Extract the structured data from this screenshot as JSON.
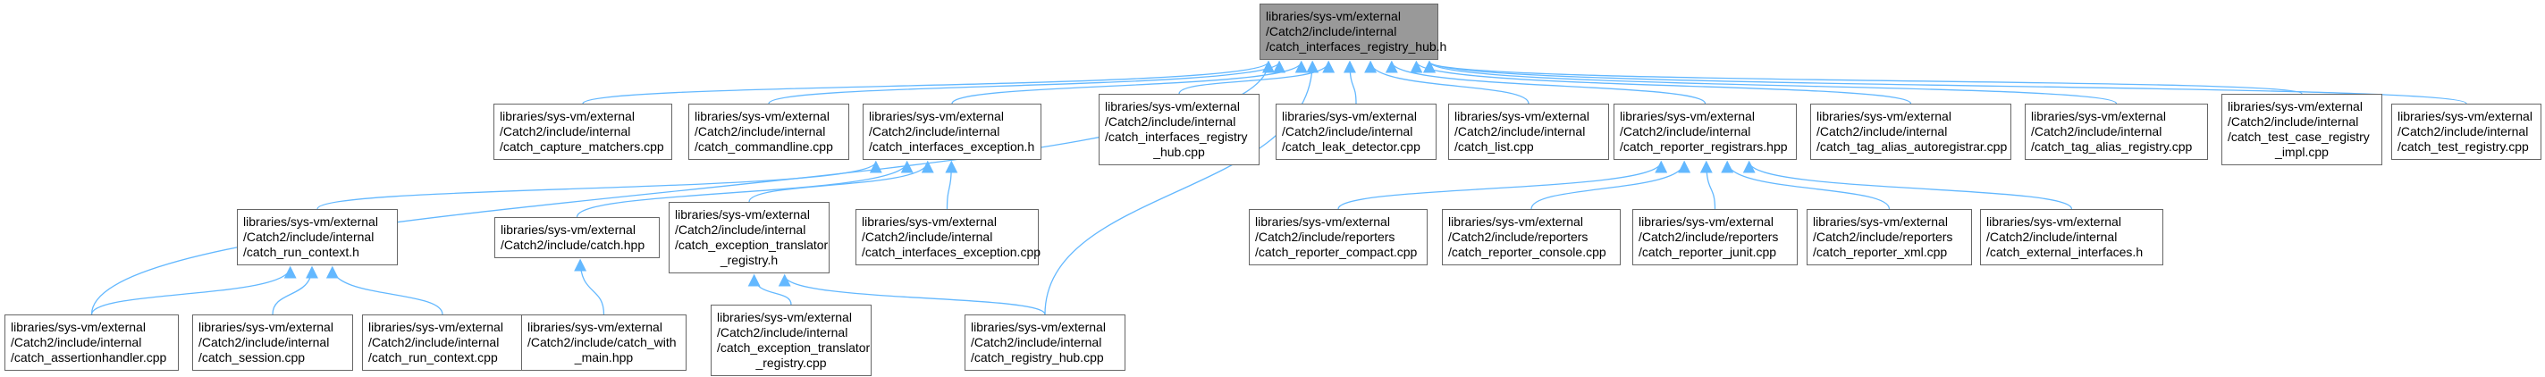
{
  "graph": {
    "root": {
      "lines": [
        "libraries/sys-vm/external",
        "/Catch2/include/internal",
        "/catch_interfaces_registry_hub.h"
      ]
    },
    "row1": [
      {
        "id": "capture_matchers",
        "lines": [
          "libraries/sys-vm/external",
          "/Catch2/include/internal",
          "/catch_capture_matchers.cpp"
        ]
      },
      {
        "id": "commandline",
        "lines": [
          "libraries/sys-vm/external",
          "/Catch2/include/internal",
          "/catch_commandline.cpp"
        ]
      },
      {
        "id": "interfaces_exception_h",
        "lines": [
          "libraries/sys-vm/external",
          "/Catch2/include/internal",
          "/catch_interfaces_exception.h"
        ]
      },
      {
        "id": "interfaces_registry_hub_cpp",
        "lines": [
          "libraries/sys-vm/external",
          "/Catch2/include/internal",
          "/catch_interfaces_registry",
          "_hub.cpp"
        ]
      },
      {
        "id": "leak_detector",
        "lines": [
          "libraries/sys-vm/external",
          "/Catch2/include/internal",
          "/catch_leak_detector.cpp"
        ]
      },
      {
        "id": "list",
        "lines": [
          "libraries/sys-vm/external",
          "/Catch2/include/internal",
          "/catch_list.cpp"
        ]
      },
      {
        "id": "reporter_registrars",
        "lines": [
          "libraries/sys-vm/external",
          "/Catch2/include/internal",
          "/catch_reporter_registrars.hpp"
        ]
      },
      {
        "id": "tag_alias_autoregistrar",
        "lines": [
          "libraries/sys-vm/external",
          "/Catch2/include/internal",
          "/catch_tag_alias_autoregistrar.cpp"
        ]
      },
      {
        "id": "tag_alias_registry",
        "lines": [
          "libraries/sys-vm/external",
          "/Catch2/include/internal",
          "/catch_tag_alias_registry.cpp"
        ]
      },
      {
        "id": "test_case_registry_impl",
        "lines": [
          "libraries/sys-vm/external",
          "/Catch2/include/internal",
          "/catch_test_case_registry",
          "_impl.cpp"
        ]
      },
      {
        "id": "test_registry",
        "lines": [
          "libraries/sys-vm/external",
          "/Catch2/include/internal",
          "/catch_test_registry.cpp"
        ]
      }
    ],
    "row2": [
      {
        "id": "run_context_h",
        "lines": [
          "libraries/sys-vm/external",
          "/Catch2/include/internal",
          "/catch_run_context.h"
        ]
      },
      {
        "id": "catch_hpp",
        "lines": [
          "libraries/sys-vm/external",
          "/Catch2/include/catch.hpp"
        ]
      },
      {
        "id": "exception_translator_registry_h",
        "lines": [
          "libraries/sys-vm/external",
          "/Catch2/include/internal",
          "/catch_exception_translator",
          "_registry.h"
        ]
      },
      {
        "id": "interfaces_exception_cpp",
        "lines": [
          "libraries/sys-vm/external",
          "/Catch2/include/internal",
          "/catch_interfaces_exception.cpp"
        ]
      },
      {
        "id": "reporter_compact",
        "lines": [
          "libraries/sys-vm/external",
          "/Catch2/include/reporters",
          "/catch_reporter_compact.cpp"
        ]
      },
      {
        "id": "reporter_console",
        "lines": [
          "libraries/sys-vm/external",
          "/Catch2/include/reporters",
          "/catch_reporter_console.cpp"
        ]
      },
      {
        "id": "reporter_junit",
        "lines": [
          "libraries/sys-vm/external",
          "/Catch2/include/reporters",
          "/catch_reporter_junit.cpp"
        ]
      },
      {
        "id": "reporter_xml",
        "lines": [
          "libraries/sys-vm/external",
          "/Catch2/include/reporters",
          "/catch_reporter_xml.cpp"
        ]
      },
      {
        "id": "external_interfaces",
        "lines": [
          "libraries/sys-vm/external",
          "/Catch2/include/internal",
          "/catch_external_interfaces.h"
        ]
      }
    ],
    "row3": [
      {
        "id": "assertionhandler",
        "lines": [
          "libraries/sys-vm/external",
          "/Catch2/include/internal",
          "/catch_assertionhandler.cpp"
        ]
      },
      {
        "id": "session",
        "lines": [
          "libraries/sys-vm/external",
          "/Catch2/include/internal",
          "/catch_session.cpp"
        ]
      },
      {
        "id": "run_context_cpp",
        "lines": [
          "libraries/sys-vm/external",
          "/Catch2/include/internal",
          "/catch_run_context.cpp"
        ]
      },
      {
        "id": "catch_with_main",
        "lines": [
          "libraries/sys-vm/external",
          "/Catch2/include/catch_with",
          "_main.hpp"
        ]
      },
      {
        "id": "exception_translator_registry_cpp",
        "lines": [
          "libraries/sys-vm/external",
          "/Catch2/include/internal",
          "/catch_exception_translator",
          "_registry.cpp"
        ]
      },
      {
        "id": "registry_hub",
        "lines": [
          "libraries/sys-vm/external",
          "/Catch2/include/internal",
          "/catch_registry_hub.cpp"
        ]
      }
    ],
    "edges": [
      [
        "capture_matchers",
        "root"
      ],
      [
        "commandline",
        "root"
      ],
      [
        "interfaces_exception_h",
        "root"
      ],
      [
        "interfaces_registry_hub_cpp",
        "root"
      ],
      [
        "leak_detector",
        "root"
      ],
      [
        "list",
        "root"
      ],
      [
        "reporter_registrars",
        "root"
      ],
      [
        "tag_alias_autoregistrar",
        "root"
      ],
      [
        "tag_alias_registry",
        "root"
      ],
      [
        "test_case_registry_impl",
        "root"
      ],
      [
        "test_registry",
        "root"
      ],
      [
        "assertionhandler",
        "root"
      ],
      [
        "registry_hub",
        "root"
      ],
      [
        "run_context_h",
        "interfaces_exception_h"
      ],
      [
        "catch_hpp",
        "interfaces_exception_h"
      ],
      [
        "exception_translator_registry_h",
        "interfaces_exception_h"
      ],
      [
        "interfaces_exception_cpp",
        "interfaces_exception_h"
      ],
      [
        "reporter_compact",
        "reporter_registrars"
      ],
      [
        "reporter_console",
        "reporter_registrars"
      ],
      [
        "reporter_junit",
        "reporter_registrars"
      ],
      [
        "reporter_xml",
        "reporter_registrars"
      ],
      [
        "external_interfaces",
        "reporter_registrars"
      ],
      [
        "assertionhandler",
        "run_context_h"
      ],
      [
        "session",
        "run_context_h"
      ],
      [
        "run_context_cpp",
        "run_context_h"
      ],
      [
        "catch_with_main",
        "catch_hpp"
      ],
      [
        "exception_translator_registry_cpp",
        "exception_translator_registry_h"
      ],
      [
        "registry_hub",
        "exception_translator_registry_h"
      ]
    ],
    "colors": {
      "edge": "#63b8ff",
      "node_border": "#666666",
      "root_fill": "#999999",
      "node_fill": "#ffffff"
    }
  }
}
